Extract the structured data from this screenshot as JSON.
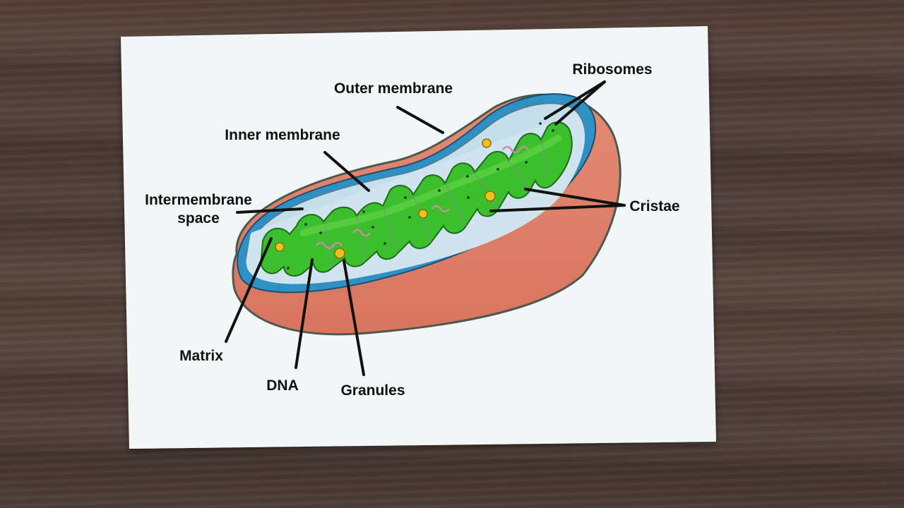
{
  "labels": {
    "outer_membrane": "Outer membrane",
    "ribosomes": "Ribosomes",
    "inner_membrane": "Inner membrane",
    "intermembrane_line1": "Intermembrane",
    "intermembrane_line2": "space",
    "cristae": "Cristae",
    "matrix": "Matrix",
    "dna": "DNA",
    "granules": "Granules"
  },
  "colors": {
    "paper": "#f3f6f7",
    "outer_membrane": "#2f90c4",
    "outer_shell": "#e07f6a",
    "intermembrane": "#c4deea",
    "matrix": "#3cbf2c",
    "granule": "#f1c21c",
    "dna": "#c88fa0"
  }
}
